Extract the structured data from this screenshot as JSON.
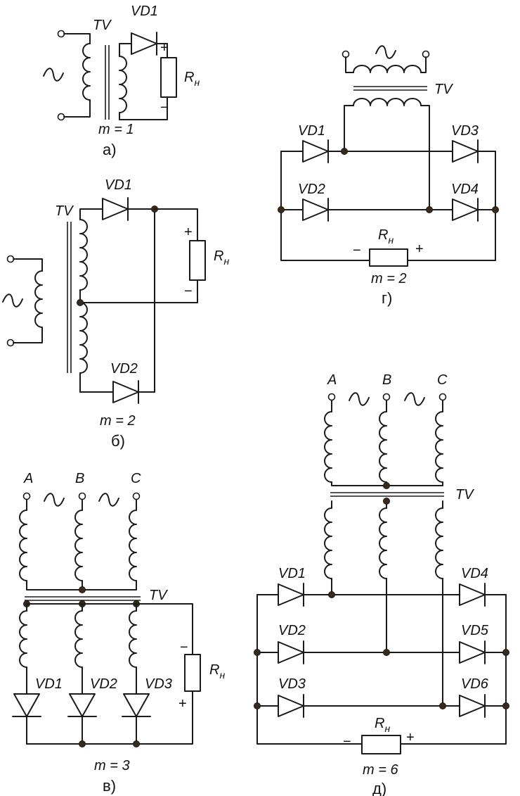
{
  "transformer_label": "TV",
  "load_label": "R",
  "load_subscript": "н",
  "plus_sign": "+",
  "minus_sign": "−",
  "ac_symbol": "~",
  "phases": [
    "A",
    "B",
    "C"
  ],
  "panels": {
    "a": {
      "caption": "а)",
      "pulse": "m = 1",
      "diodes": [
        "VD1"
      ]
    },
    "b": {
      "caption": "б)",
      "pulse": "m = 2",
      "diodes": [
        "VD1",
        "VD2"
      ]
    },
    "v": {
      "caption": "в)",
      "pulse": "m = 3",
      "diodes": [
        "VD1",
        "VD2",
        "VD3"
      ]
    },
    "g": {
      "caption": "г)",
      "pulse": "m = 2",
      "diodes": [
        "VD1",
        "VD2",
        "VD3",
        "VD4"
      ]
    },
    "d": {
      "caption": "д)",
      "pulse": "m = 6",
      "diodes": [
        "VD1",
        "VD2",
        "VD3",
        "VD4",
        "VD5",
        "VD6"
      ]
    }
  }
}
